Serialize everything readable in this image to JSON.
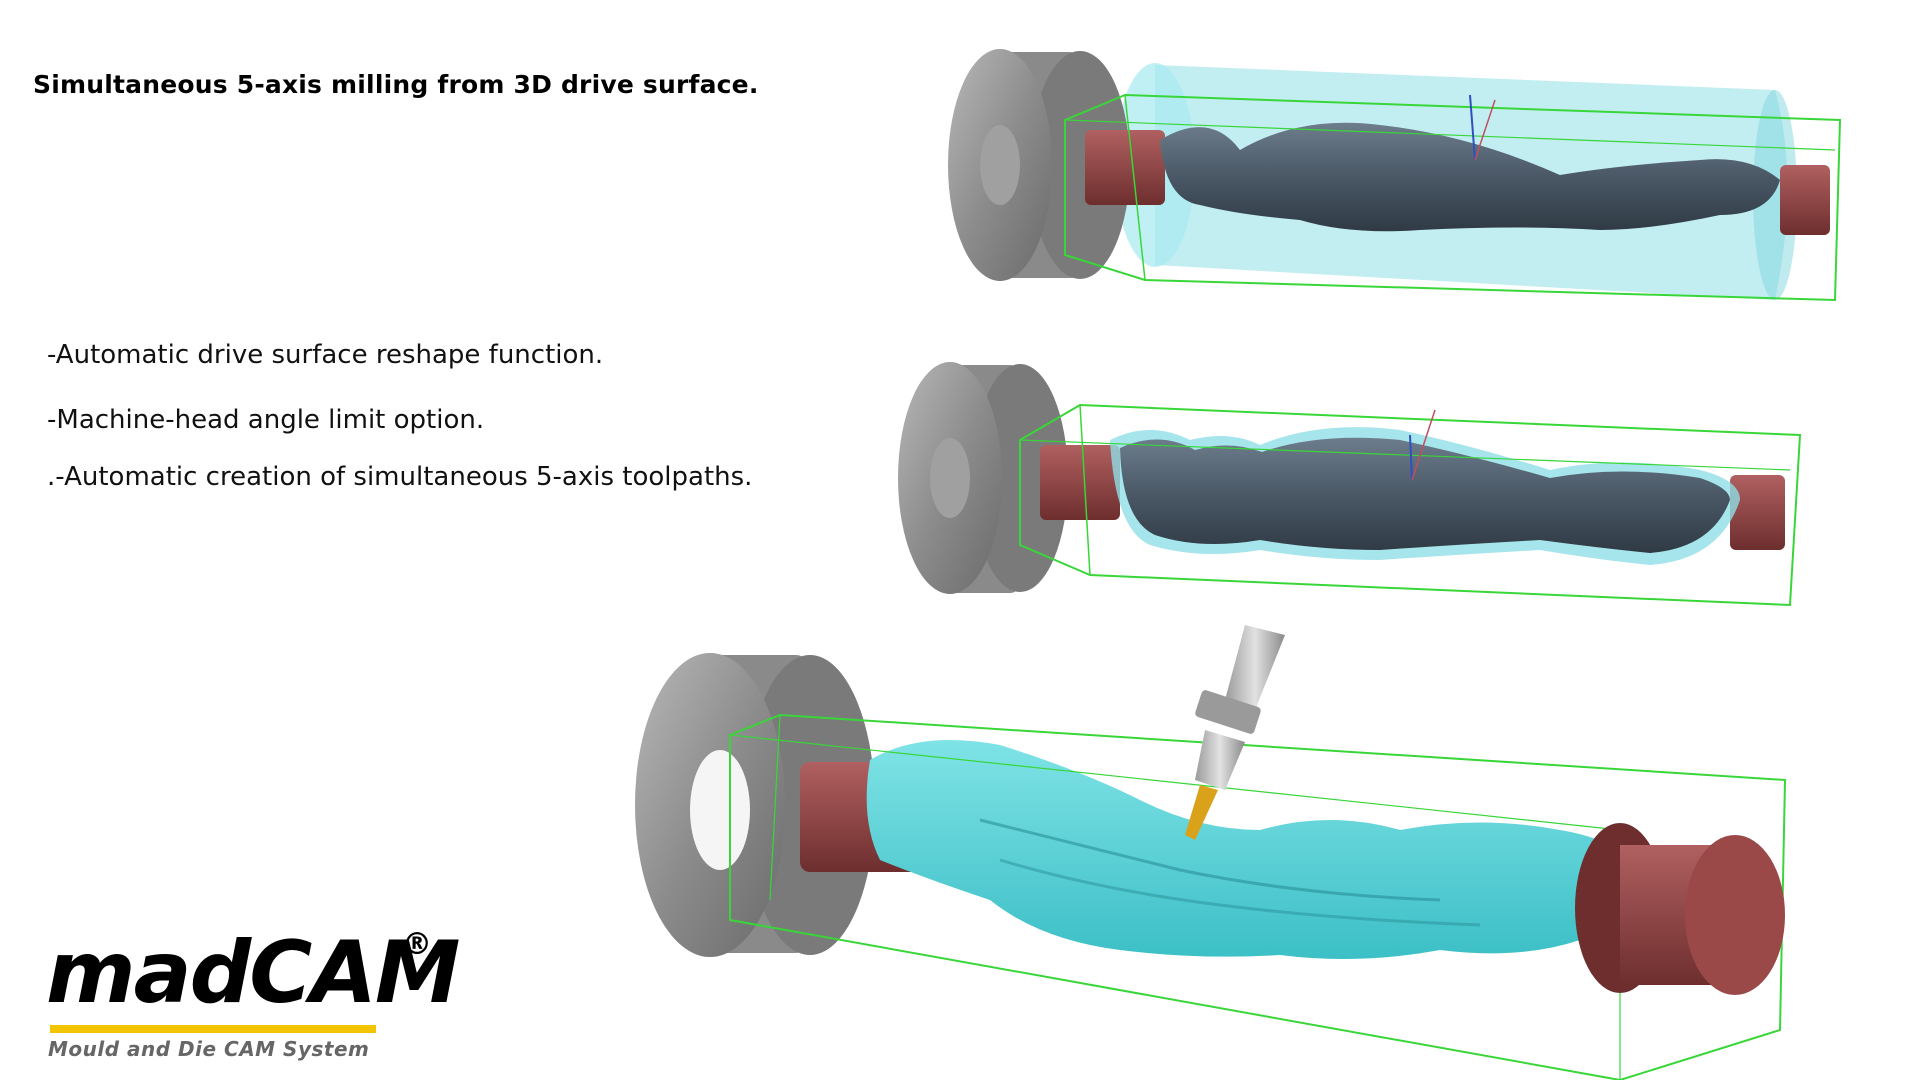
{
  "title": "Simultaneous 5-axis milling from 3D drive surface.",
  "features": [
    "-Automatic drive surface reshape function.",
    "-Machine-head angle limit option.",
    ".-Automatic creation of simultaneous 5-axis toolpaths."
  ],
  "logo": {
    "name": "madCAM",
    "registered": "®",
    "tagline": "Mould and Die CAM System",
    "bar_color": "#f2c500"
  },
  "colors": {
    "stock_cyan": "#4fd1d6",
    "chuck_gray": "#8f8f8f",
    "clamp_red": "#9a4848",
    "part_slate": "#4f5f6e",
    "bounding_box_green": "#39d639",
    "tool_gold": "#d9a21a"
  },
  "icons": [
    "lathe-chuck",
    "cutting-tool-holder"
  ]
}
